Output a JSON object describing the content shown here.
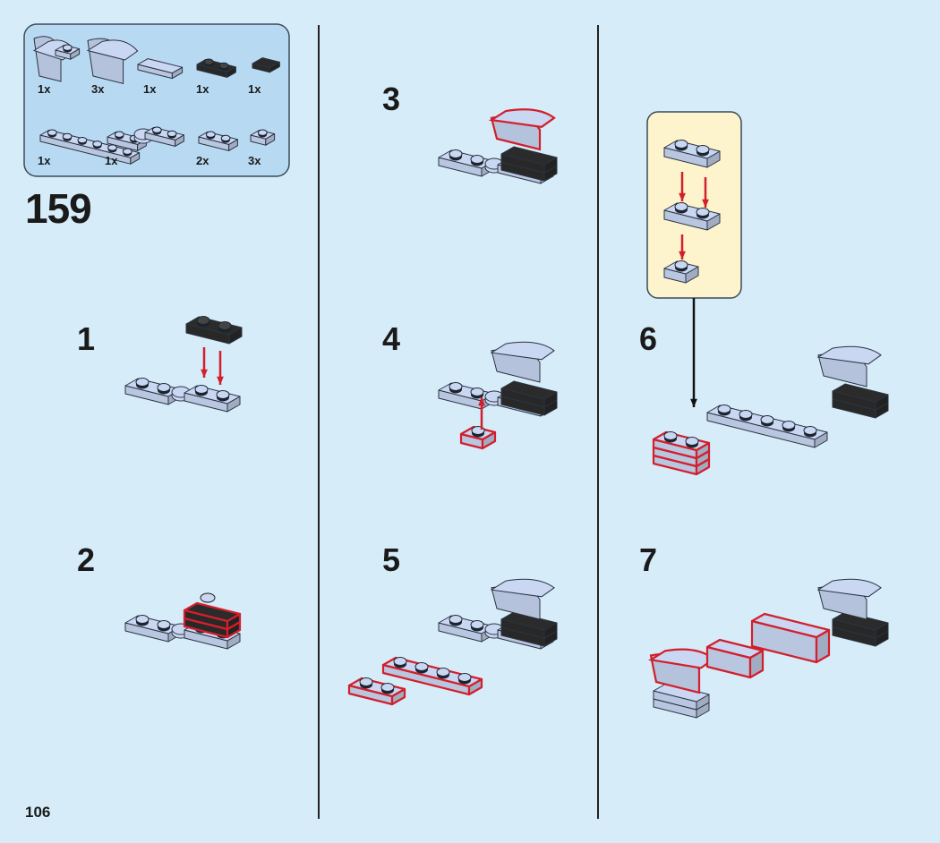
{
  "parts_list": {
    "quantities": [
      "1x",
      "3x",
      "1x",
      "1x",
      "1x",
      "1x",
      "1x",
      "2x",
      "3x"
    ]
  },
  "main_step": "159",
  "sub_steps": [
    "1",
    "2",
    "3",
    "4",
    "5",
    "6",
    "7"
  ],
  "page_number": "106",
  "colors": {
    "background": "#d6ecf9",
    "parts_box": "#b7daf2",
    "callout": "#fdf3cc",
    "brick": "#c9d7f3",
    "black_brick": "#2b2b2b",
    "highlight": "#d21f2b"
  }
}
